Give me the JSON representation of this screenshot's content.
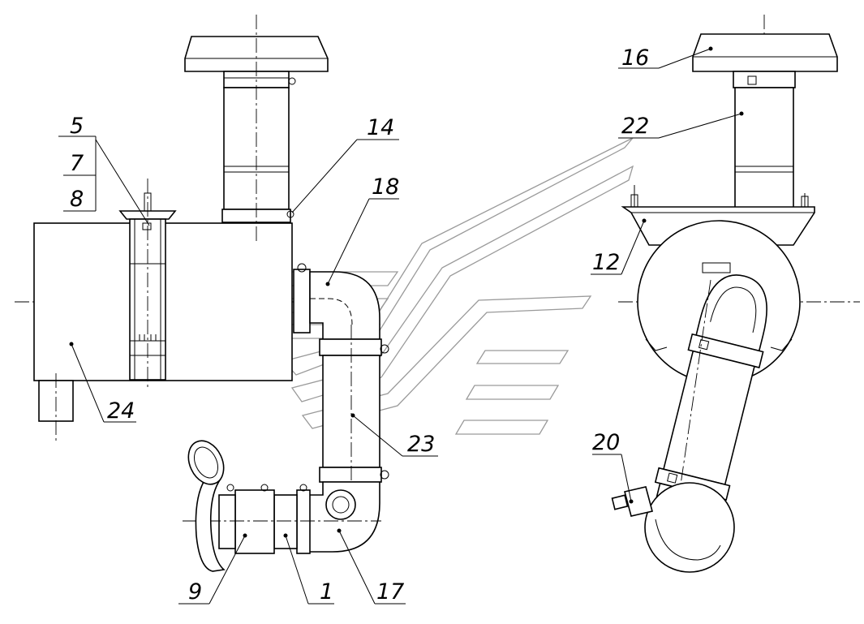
{
  "callouts": [
    {
      "id": "c5",
      "text": "5"
    },
    {
      "id": "c7",
      "text": "7"
    },
    {
      "id": "c8",
      "text": "8"
    },
    {
      "id": "c14",
      "text": "14"
    },
    {
      "id": "c18",
      "text": "18"
    },
    {
      "id": "c24",
      "text": "24"
    },
    {
      "id": "c23",
      "text": "23"
    },
    {
      "id": "c9",
      "text": "9"
    },
    {
      "id": "c1",
      "text": "1"
    },
    {
      "id": "c17",
      "text": "17"
    },
    {
      "id": "c16",
      "text": "16"
    },
    {
      "id": "c22",
      "text": "22"
    },
    {
      "id": "c12",
      "text": "12"
    },
    {
      "id": "c20",
      "text": "20"
    }
  ]
}
